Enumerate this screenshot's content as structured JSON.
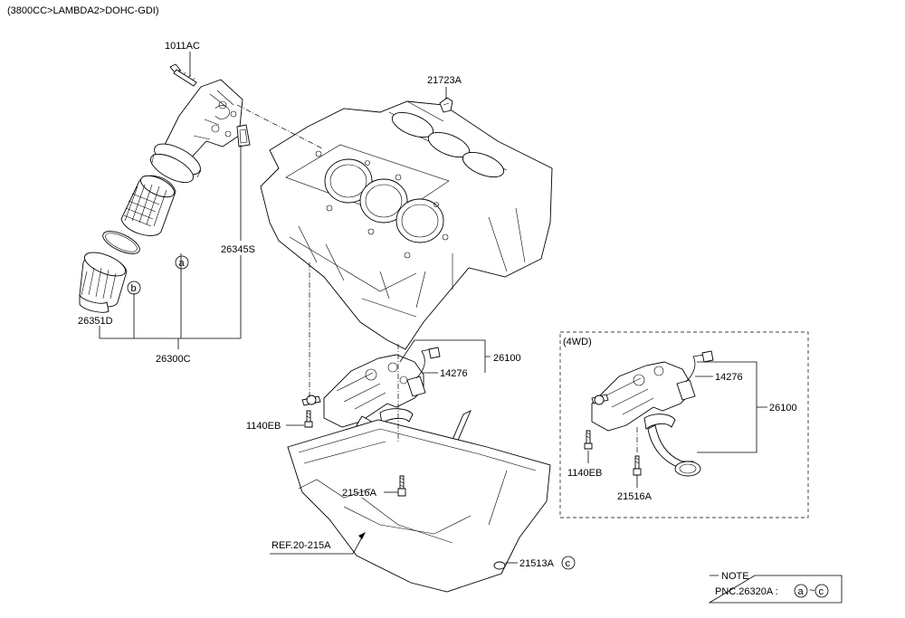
{
  "header": {
    "variant": "(3800CC>LAMBDA2>DOHC-GDI)"
  },
  "parts": {
    "p1011AC": "1011AC",
    "p21723A": "21723A",
    "p26345S": "26345S",
    "p26351D": "26351D",
    "p26300C": "26300C",
    "p26100": "26100",
    "p14276": "14276",
    "p1140EB": "1140EB",
    "p21516A": "21516A",
    "pREF": "REF.20-215A",
    "p21513A": "21513A"
  },
  "callouts": {
    "a": "a",
    "b": "b",
    "c": "c"
  },
  "inset": {
    "title": "(4WD)",
    "p14276": "14276",
    "p26100": "26100",
    "p1140EB": "1140EB",
    "p21516A": "21516A"
  },
  "note": {
    "title": "NOTE",
    "pnc": "PNC.26320A :",
    "from": "a",
    "sep": "~",
    "to": "c"
  }
}
